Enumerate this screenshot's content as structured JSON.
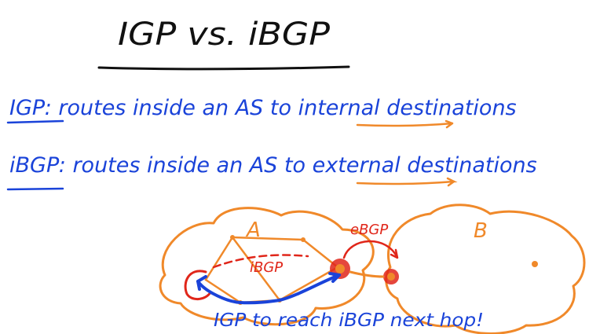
{
  "slide": {
    "title": "IGP vs. iBGP",
    "line1": {
      "term": "IGP",
      "text_before": ": routes inside an AS to ",
      "underlined": "internal",
      "text_after": " destinations"
    },
    "line2": {
      "term": "iBGP",
      "text_before": ": routes inside an AS to ",
      "underlined": "external",
      "text_after": " destinations"
    }
  },
  "diagram": {
    "as_a_label": "A",
    "as_b_label": "B",
    "ibgp_label": "iBGP",
    "ebgp_label": "eBGP",
    "caption": "IGP to reach iBGP next hop!"
  },
  "colors": {
    "ink_black": "#111111",
    "ink_blue": "#1a43d9",
    "ink_red": "#e0261a",
    "ink_orange": "#f0892a"
  }
}
